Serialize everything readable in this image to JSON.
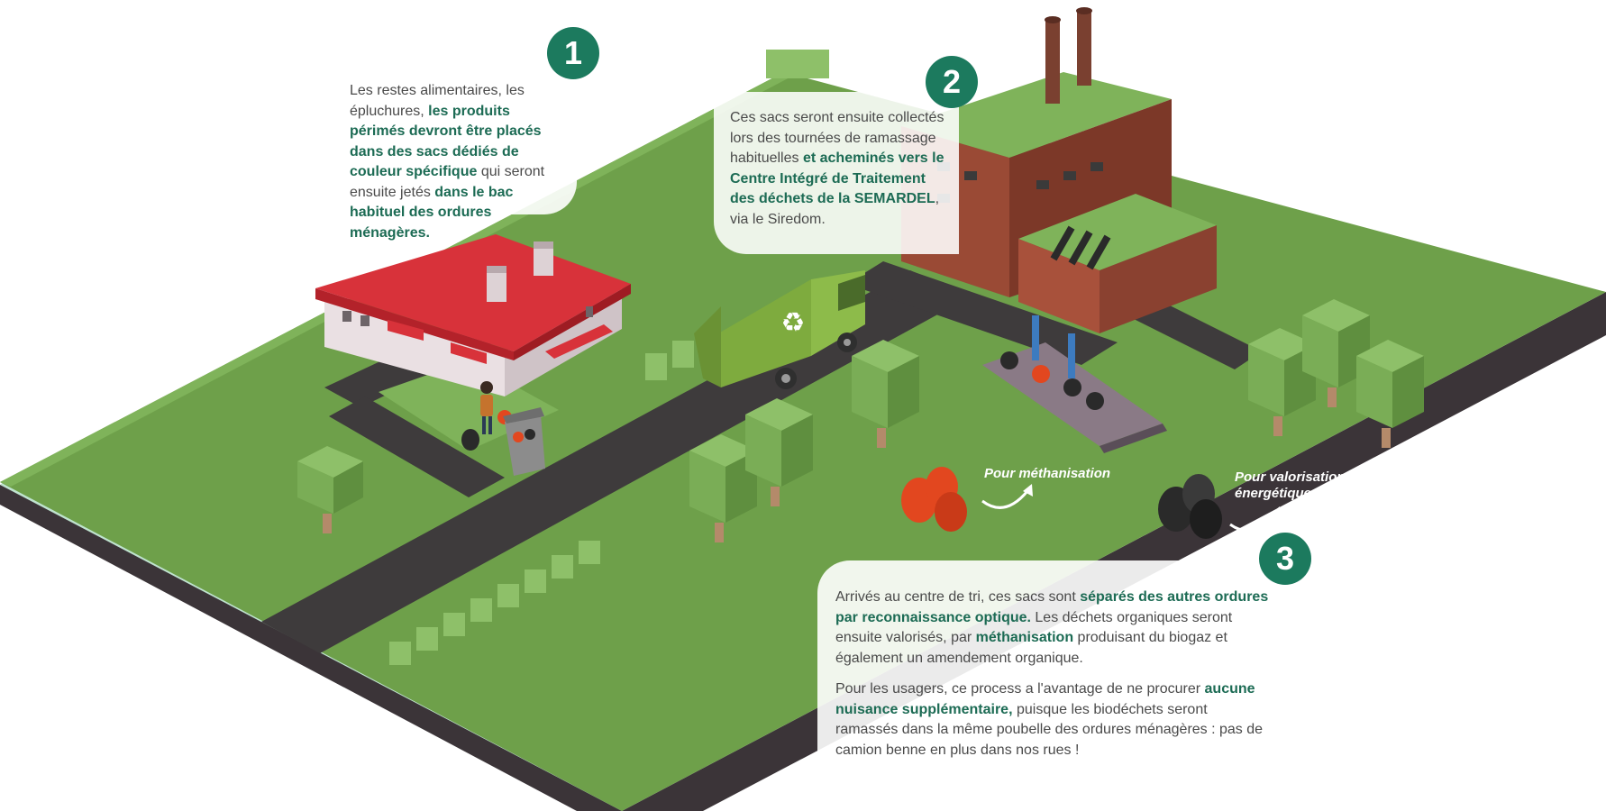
{
  "steps": [
    {
      "number": "1",
      "segments": [
        {
          "text": "Les restes alimentaires, les épluchures, ",
          "bold": false
        },
        {
          "text": "les produits périmés devront être placés dans des sacs dédiés de couleur spécifique",
          "bold": true
        },
        {
          "text": " qui seront ensuite jetés ",
          "bold": false
        },
        {
          "text": "dans le bac habituel des ordures ménagères.",
          "bold": true
        }
      ]
    },
    {
      "number": "2",
      "segments": [
        {
          "text": "Ces sacs seront ensuite collectés lors des tournées de ramassage habituelles ",
          "bold": false
        },
        {
          "text": "et acheminés vers le Centre Intégré de Traitement des déchets de la SEMARDEL",
          "bold": true
        },
        {
          "text": ", via le Siredom.",
          "bold": false
        }
      ]
    },
    {
      "number": "3",
      "paragraphs": [
        [
          {
            "text": "Arrivés au centre de tri, ces sacs sont ",
            "bold": false
          },
          {
            "text": "séparés des autres ordures par reconnaissance optique.",
            "bold": true
          },
          {
            "text": " Les déchets organiques seront ensuite valorisés, par ",
            "bold": false
          },
          {
            "text": "méthanisation",
            "bold": true
          },
          {
            "text": " produisant du biogaz et également un amendement organique.",
            "bold": false
          }
        ],
        [
          {
            "text": "Pour les usagers, ce process a l'avantage de ne procurer ",
            "bold": false
          },
          {
            "text": "aucune nuisance supplémentaire,",
            "bold": true
          },
          {
            "text": " puisque les biodéchets seront ramassés dans la même poubelle des ordures ménagères : pas de camion benne en plus dans nos rues !",
            "bold": false
          }
        ]
      ]
    }
  ],
  "labels": {
    "methanisation": "Pour méthanisation",
    "valorisation_line1": "Pour valorisation",
    "valorisation_line2": "énergétique"
  },
  "colors": {
    "grass": "#6ea04a",
    "road": "#3e3b3c",
    "badge": "#1c7a5e",
    "bold_text": "#1c6b54",
    "roof_red": "#d8323a",
    "brick": "#9a4a35",
    "bag_orange": "#e2471f",
    "bag_black": "#2a2a2a"
  },
  "icons": [
    "house",
    "garbage-truck",
    "recycle-icon",
    "factory",
    "conveyor-sorter",
    "orange-bag",
    "black-bag",
    "tree",
    "curved-arrow-icon",
    "person-with-bag",
    "wheelie-bin"
  ]
}
